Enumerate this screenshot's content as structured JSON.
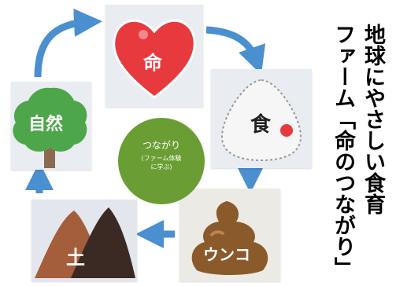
{
  "title": {
    "line1": "地球にやさしい食育",
    "line2": "ファーム「命のつながり」"
  },
  "center": {
    "title": "つながり",
    "subtitle_line1": "(ファーム体験",
    "subtitle_line2": "に学ぶ)"
  },
  "cards": {
    "inochi": "命",
    "shoku": "食",
    "unko": "ウンコ",
    "tsuchi": "土",
    "shizen": "自然"
  },
  "icons": [
    "heart-icon",
    "rice-ball-icon",
    "poop-icon",
    "soil-mound-icon",
    "tree-icon"
  ],
  "colors": {
    "heart": "#e8393f",
    "tree": "#4ea64a",
    "poop": "#8b5a2b",
    "soil": "#a45e3c",
    "arrow": "#4a8fd0",
    "center": "#6a9e35"
  }
}
